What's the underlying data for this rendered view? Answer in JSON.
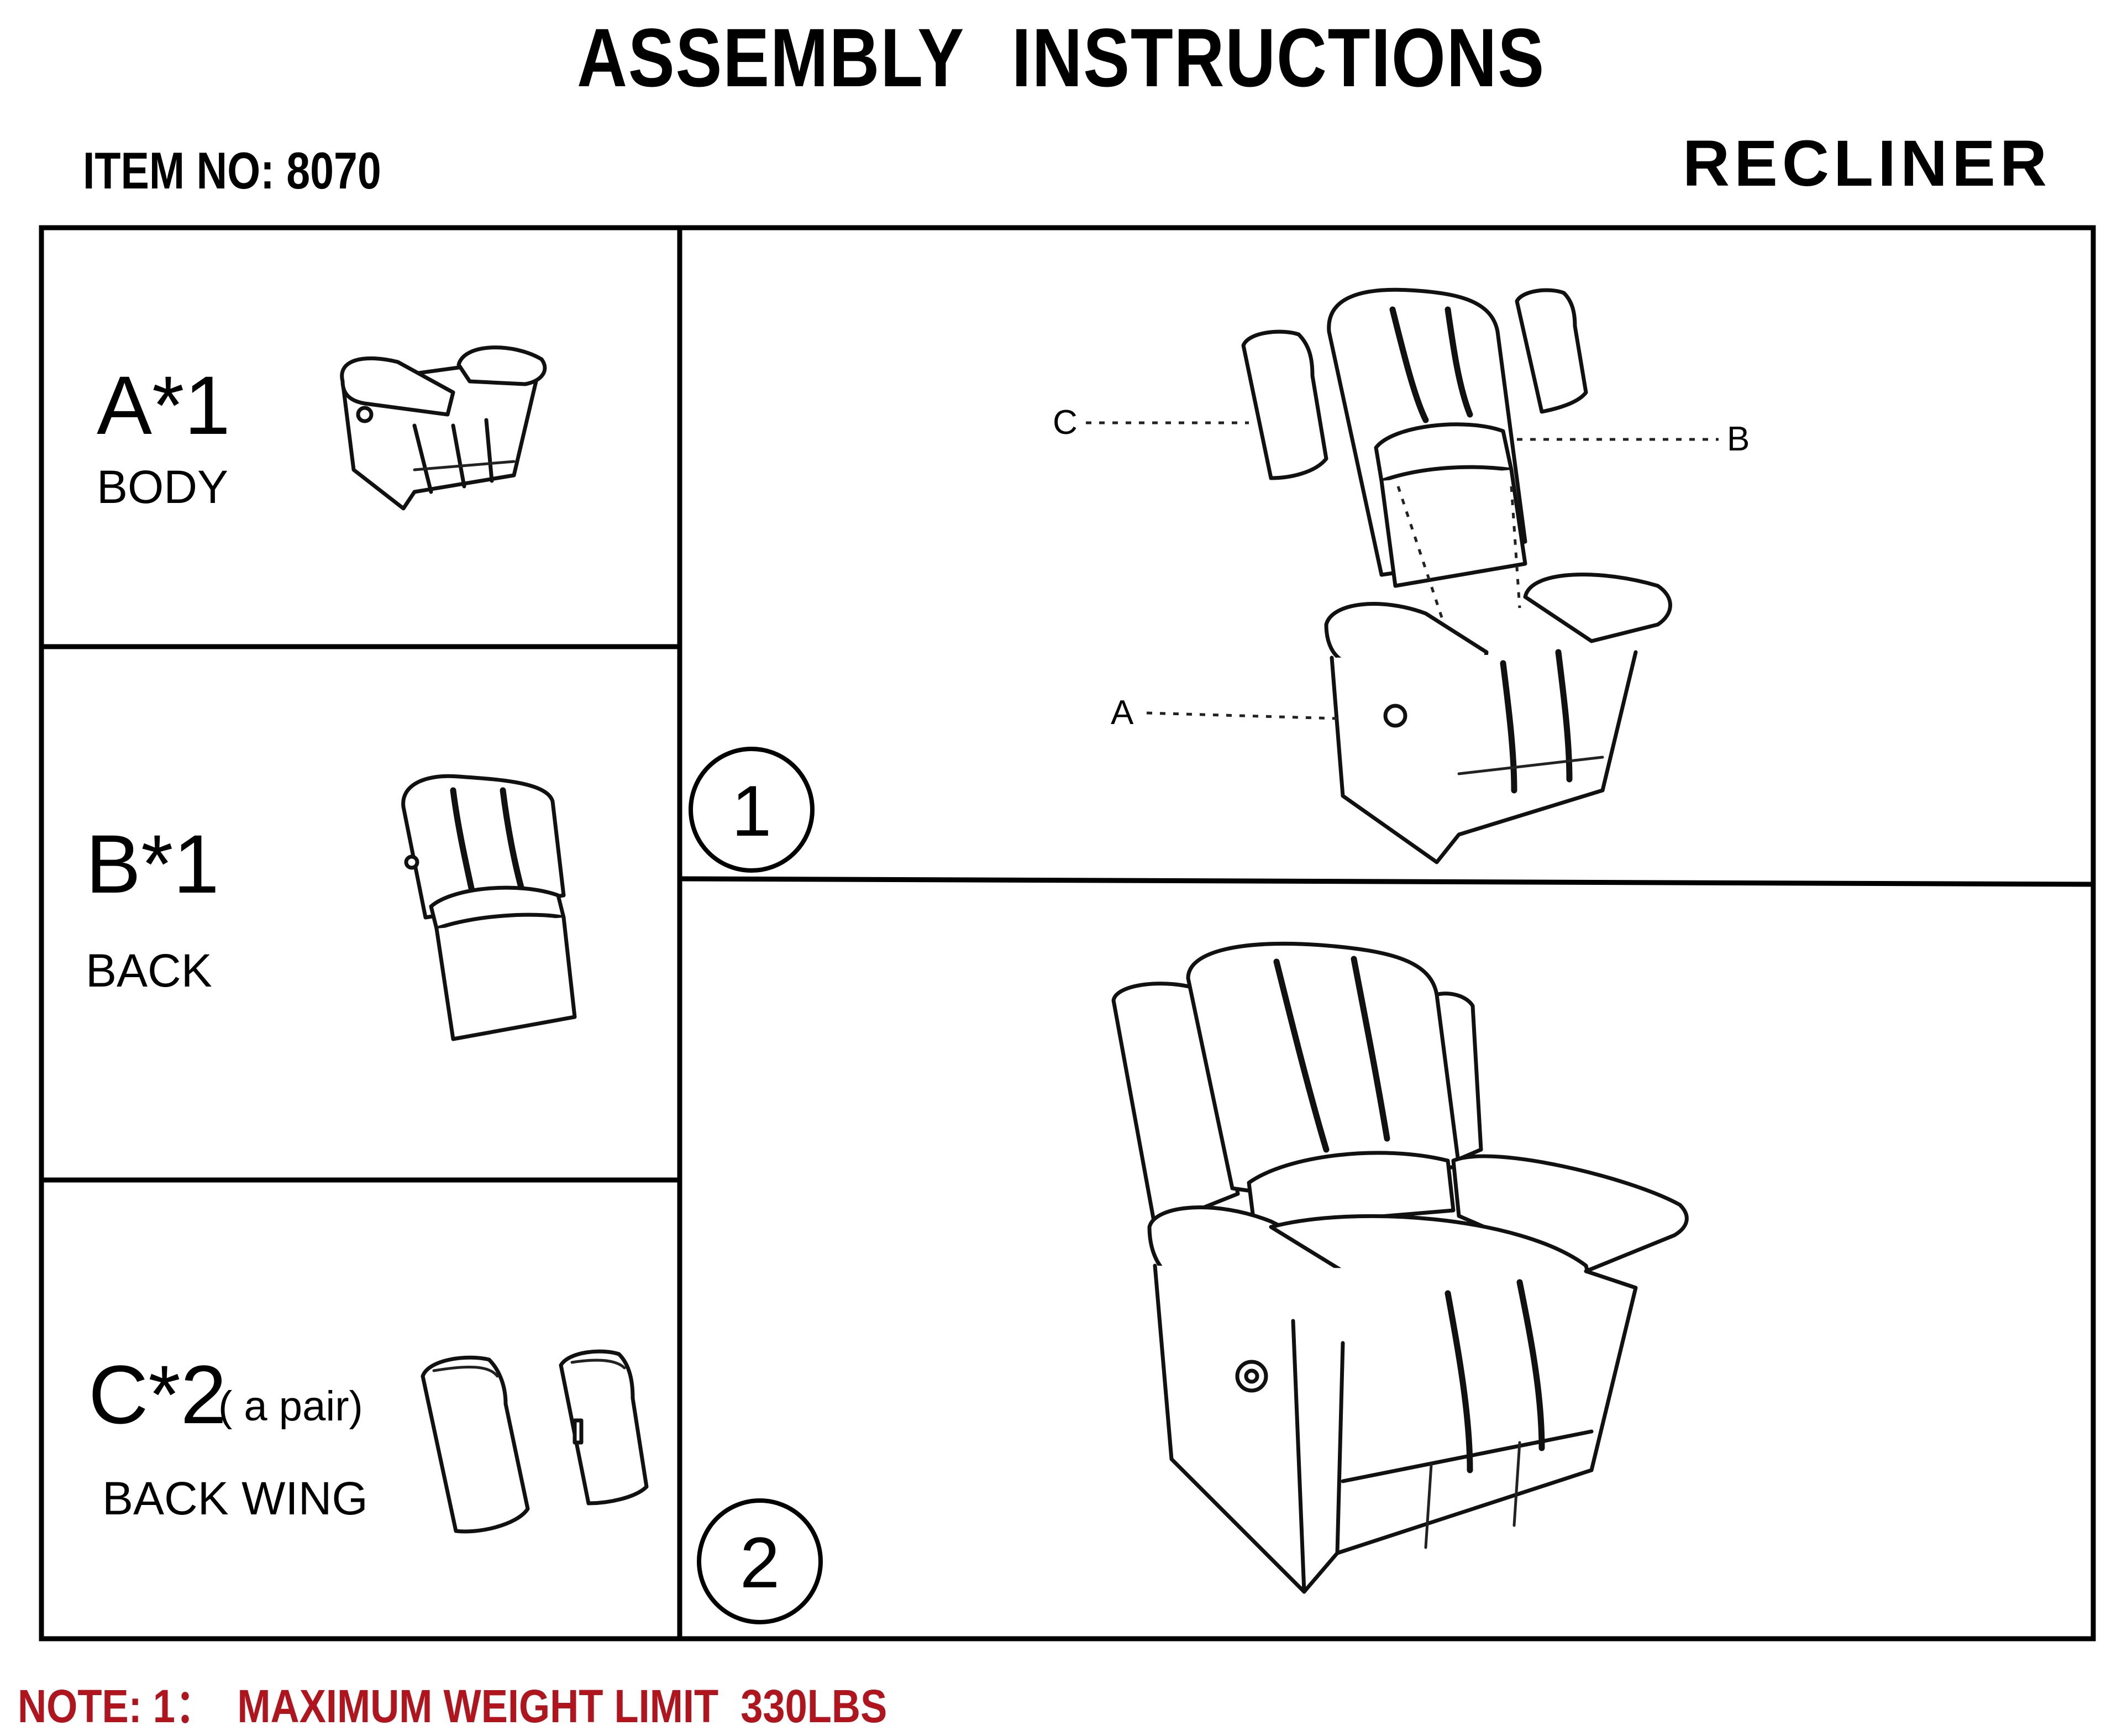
{
  "header": {
    "title": "ASSEMBLY   INSTRUCTIONS",
    "item_number": "ITEM NO: 8070",
    "product": "RECLINER"
  },
  "parts": [
    {
      "code": "A*1",
      "name": "BODY"
    },
    {
      "code": "B*1",
      "name": "BACK"
    },
    {
      "code": "C*2",
      "qualifier": "( a pair)",
      "name": "BACK WING"
    }
  ],
  "steps": [
    {
      "number": "1",
      "callouts": {
        "a": "A",
        "b": "B",
        "c": "C"
      }
    },
    {
      "number": "2"
    }
  ],
  "note": "NOTE: 1：  MAXIMUM WEIGHT LIMIT  330LBS",
  "colors": {
    "note": "#b0141c",
    "line": "#000000"
  }
}
